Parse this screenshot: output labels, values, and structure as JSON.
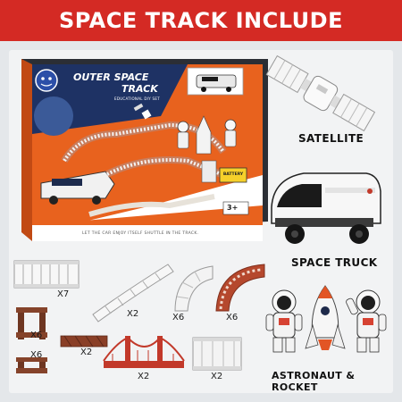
{
  "header": {
    "title": "SPACE TRACK INCLUDE"
  },
  "box": {
    "title_line1": "OUTER SPACE",
    "title_line2": "TRACK",
    "subtitle": "EDUCATIONAL DIY SET",
    "tagline": "LET THE CAR ENJOY ITSELF SHUTTLE IN THE TRACK.",
    "age": "3+",
    "battery": "BATTERY"
  },
  "components": {
    "satellite": "SATELLITE",
    "space_truck": "SPACE TRUCK",
    "astronaut_rocket": "ASTRONAUT & ROCKET"
  },
  "parts": [
    {
      "qty": "X7"
    },
    {
      "qty": "X2"
    },
    {
      "qty": "X6"
    },
    {
      "qty": "X6"
    },
    {
      "qty": "X6"
    },
    {
      "qty": "X2"
    },
    {
      "qty": "X6"
    },
    {
      "qty": "X2"
    },
    {
      "qty": "X2"
    }
  ],
  "colors": {
    "header_red": "#d42a24",
    "box_orange": "#e8621e",
    "track_white": "#f3f3f3",
    "track_red": "#b5482d",
    "bridge_red": "#c2392a",
    "pillar_brown": "#6e3621"
  }
}
